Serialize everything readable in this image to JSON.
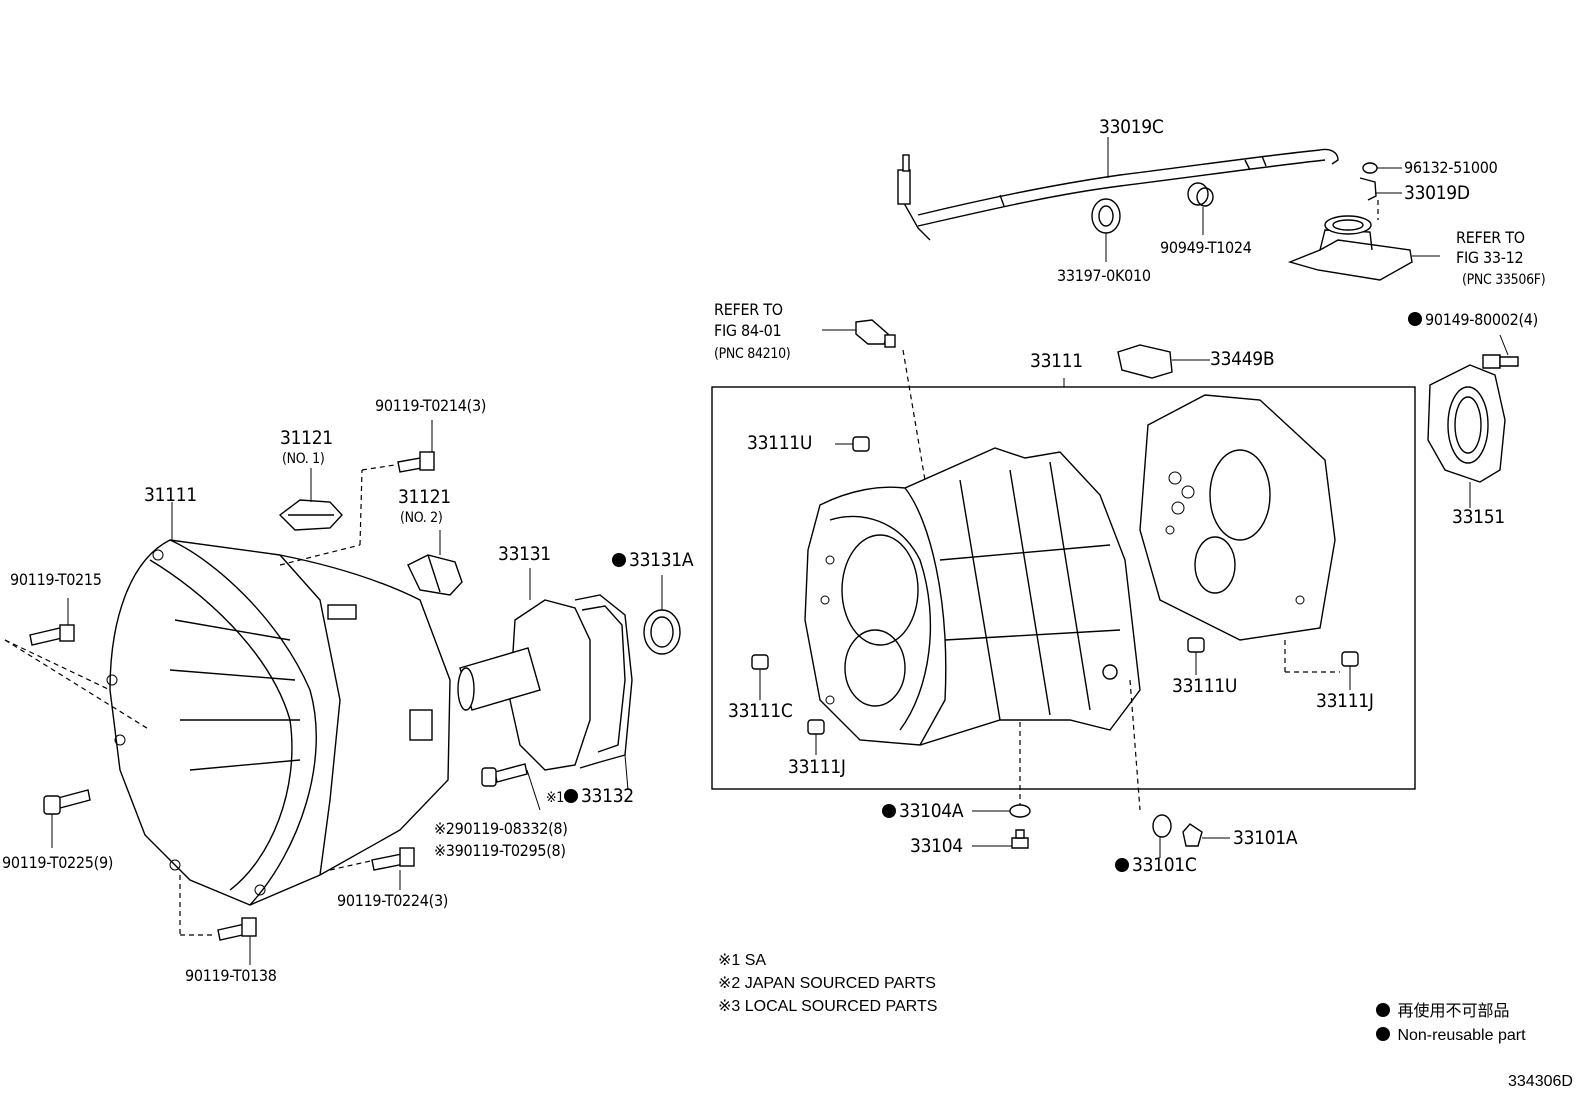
{
  "labels": {
    "p33019c": "33019C",
    "p96132": "96132-51000",
    "p33019d": "33019D",
    "p90949": "90949-T1024",
    "p33197": "33197-0K010",
    "refer_fig3312": "REFER TO",
    "refer_fig3312_fig": "FIG 33-12",
    "refer_fig3312_pnc": "(PNC 33506F)",
    "refer_fig8401": "REFER TO",
    "refer_fig8401_fig": "FIG 84-01",
    "refer_fig8401_pnc": "(PNC 84210)",
    "p33111": "33111",
    "p33449b": "33449B",
    "p90149": "90149-80002(4)",
    "p33111u_top": "33111U",
    "p33111u_right": "33111U",
    "p33111c": "33111C",
    "p33111j_left": "33111J",
    "p33111j_right": "33111J",
    "p33151": "33151",
    "p33104a": "33104A",
    "p33104": "33104",
    "p33101a": "33101A",
    "p33101c": "33101C",
    "p90119_t0214": "90119-T0214(3)",
    "p31121_1": "31121",
    "p31121_1_sub": "(NO. 1)",
    "p31121_2": "31121",
    "p31121_2_sub": "(NO. 2)",
    "p31111": "31111",
    "p90119_t0215": "90119-T0215",
    "p33131": "33131",
    "p33131a": "33131A",
    "p33132": "33132",
    "p33132_mark": "※1",
    "p90119_08332": "※290119-08332(8)",
    "p90119_t0295": "※390119-T0295(8)",
    "p90119_t0225": "90119-T0225(9)",
    "p90119_t0224": "90119-T0224(3)",
    "p90119_t0138": "90119-T0138"
  },
  "notes": {
    "n1": "※1 SA",
    "n2": "※2 JAPAN SOURCED PARTS",
    "n3": "※3 LOCAL SOURCED PARTS"
  },
  "legend": {
    "jp": "再使用不可部品",
    "en": "Non-reusable part"
  },
  "figure_id": "334306D"
}
